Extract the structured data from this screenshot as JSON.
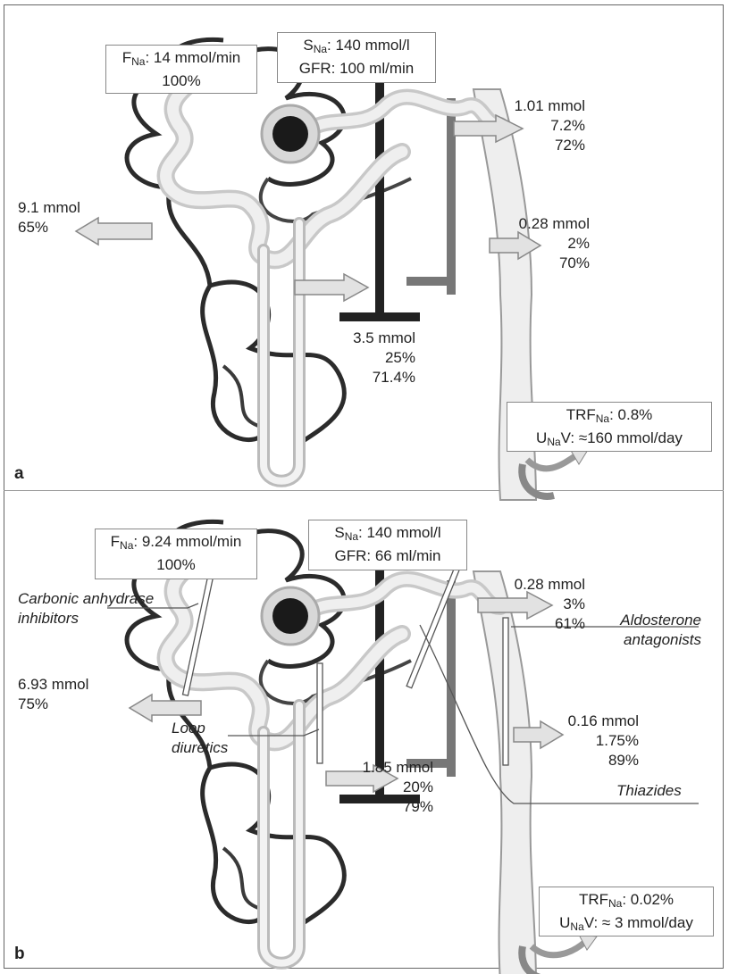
{
  "panel_a": {
    "letter": "a",
    "filtered_load": {
      "prefix": "F",
      "sub": "Na",
      "value": ": 14 mmol/min",
      "percent": "100%"
    },
    "serum": {
      "prefix": "S",
      "sub": "Na",
      "value": ": 140 mmol/l",
      "gfr": "GFR: 100 ml/min"
    },
    "proximal": {
      "amount": "9.1 mmol",
      "percent": "65%"
    },
    "loop": {
      "amount": "3.5 mmol",
      "percent": "25%",
      "percent2": "71.4%"
    },
    "distal": {
      "amount": "1.01 mmol",
      "percent": "7.2%",
      "percent2": "72%"
    },
    "collecting": {
      "amount": "0.28 mmol",
      "percent": "2%",
      "percent2": "70%"
    },
    "excretion": {
      "trf_prefix": "TRF",
      "trf_sub": "Na",
      "trf_value": ": 0.8%",
      "u_prefix": "U",
      "u_sub": "Na",
      "u_value": "V: ≈160 mmol/day"
    }
  },
  "panel_b": {
    "letter": "b",
    "filtered_load": {
      "prefix": "F",
      "sub": "Na",
      "value": ": 9.24 mmol/min",
      "percent": "100%"
    },
    "serum": {
      "prefix": "S",
      "sub": "Na",
      "value": ": 140 mmol/l",
      "gfr": "GFR: 66 ml/min"
    },
    "proximal": {
      "amount": "6.93 mmol",
      "percent": "75%"
    },
    "loop": {
      "amount": "1.85 mmol",
      "percent": "20%",
      "percent2": "79%"
    },
    "distal": {
      "amount": "0.28 mmol",
      "percent": "3%",
      "percent2": "61%"
    },
    "collecting": {
      "amount": "0.16 mmol",
      "percent": "1.75%",
      "percent2": "89%"
    },
    "excretion": {
      "trf_prefix": "TRF",
      "trf_sub": "Na",
      "trf_value": ": 0.02%",
      "u_prefix": "U",
      "u_sub": "Na",
      "u_value": "V: ≈ 3 mmol/day"
    },
    "drugs": {
      "carbonic": [
        "Carbonic anhydrase",
        "inhibitors"
      ],
      "aldosterone": [
        "Aldosterone",
        "antagonists"
      ],
      "loop": [
        "Loop",
        "diuretics"
      ],
      "thiazides": "Thiazides"
    }
  }
}
